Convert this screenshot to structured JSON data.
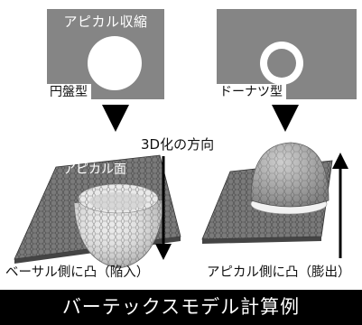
{
  "top_left": {
    "title": "アピカル収縮",
    "shape_label": "円盤型"
  },
  "top_right": {
    "shape_label": "ドーナツ型"
  },
  "labels": {
    "direction_3d": "3D化の方向",
    "apical_surface": "アピカル面",
    "left_caption": "ベーサル側に凸（陥入）",
    "right_caption": "アピカル側に凸（膨出）"
  },
  "footer": {
    "title": "バーテックスモデル計算例"
  },
  "colors": {
    "panel_gray": "#858585",
    "sheet_gray": "#6f6f6f",
    "footer_bg": "#000000",
    "arrow": "#000000"
  },
  "icons": [
    "down-triangle-icon",
    "down-arrow-icon",
    "up-arrow-icon"
  ]
}
